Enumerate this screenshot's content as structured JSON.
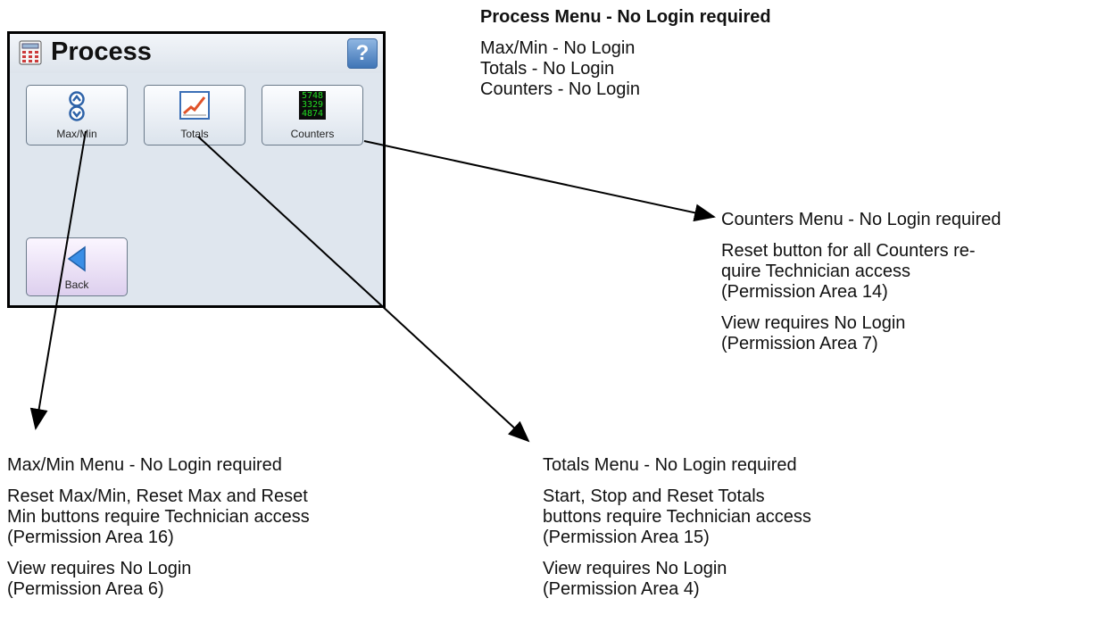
{
  "device": {
    "title": "Process",
    "help_label": "?",
    "buttons": {
      "maxmin": "Max/Min",
      "totals": "Totals",
      "counters": "Counters",
      "back": "Back"
    },
    "counter_digits": [
      "5748",
      "3329",
      "4874"
    ]
  },
  "process_menu": {
    "heading": "Process Menu - No Login required",
    "lines": [
      "Max/Min - No Login",
      "Totals - No Login",
      "Counters - No Login"
    ]
  },
  "counters_menu": {
    "heading": "Counters Menu - No Login required",
    "reset_lines": [
      "Reset button for all Counters re-",
      "quire Technician access",
      "(Permission Area 14)"
    ],
    "view_lines": [
      "View requires No Login",
      "(Permission Area 7)"
    ]
  },
  "maxmin_menu": {
    "heading": "Max/Min Menu - No Login required",
    "reset_lines": [
      "Reset Max/Min, Reset Max and Reset",
      "Min buttons require Technician access",
      "(Permission Area 16)"
    ],
    "view_lines": [
      "View requires No Login",
      "(Permission Area 6)"
    ]
  },
  "totals_menu": {
    "heading": "Totals Menu - No Login required",
    "reset_lines": [
      "Start, Stop and Reset Totals",
      "buttons require Technician access",
      "(Permission Area 15)"
    ],
    "view_lines": [
      "View requires No Login",
      "(Permission Area 4)"
    ]
  },
  "colors": {
    "counter_green": "#22dd22",
    "help_blue": "#3f75b6",
    "back_arrow": "#3a8ee6"
  }
}
